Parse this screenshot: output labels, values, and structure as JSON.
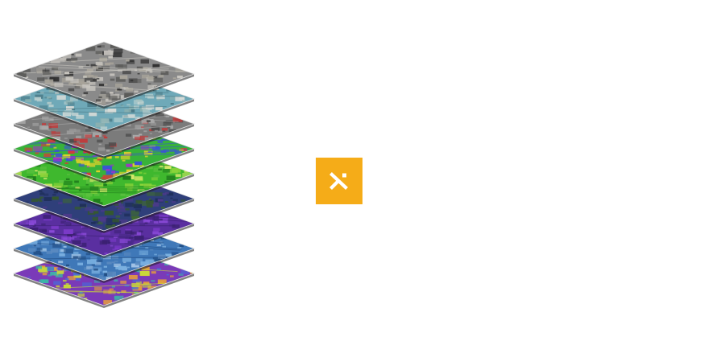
{
  "layers": [
    {
      "kind": "city-aerial-imagery",
      "colors": [
        "#8a8a8a",
        "#5a5a58",
        "#c9c6c0",
        "#2f2f2f",
        "#a8a49a"
      ]
    },
    {
      "kind": "water-and-terrain",
      "colors": [
        "#6fa9b8",
        "#b8cfcf",
        "#4a7a86",
        "#d8dcd8",
        "#8ab0b0"
      ]
    },
    {
      "kind": "gray-street-map",
      "colors": [
        "#7b7b7b",
        "#4e4e4e",
        "#a9a9a9",
        "#c23a3a",
        "#9a9a9a"
      ]
    },
    {
      "kind": "land-cover-classification",
      "colors": [
        "#38b23a",
        "#e5d32a",
        "#3a53d6",
        "#d63a3a",
        "#a432c8"
      ]
    },
    {
      "kind": "vegetation",
      "colors": [
        "#3fb82e",
        "#8ed43a",
        "#1f7a1c",
        "#d8e86a",
        "#5cc040"
      ]
    },
    {
      "kind": "dark-green-terrain",
      "colors": [
        "#2f3f7a",
        "#355a2a",
        "#4c3a8a",
        "#1f2f5a",
        "#3f6a2f"
      ]
    },
    {
      "kind": "purple-building-heights",
      "colors": [
        "#5a2fa0",
        "#7a3ac8",
        "#3a2070",
        "#8a4ad8",
        "#4a2a8a"
      ]
    },
    {
      "kind": "blue-3d-buildings",
      "colors": [
        "#3f78b8",
        "#7ab0e0",
        "#1f4a80",
        "#a8c8e8",
        "#5a8ac0"
      ]
    },
    {
      "kind": "heat-gradient-map",
      "colors": [
        "#7a3ab8",
        "#3ab8a8",
        "#c8d83a",
        "#e8a03a",
        "#4a6ad8"
      ]
    }
  ],
  "logo": {
    "icon": "x-mark-icon",
    "background_color": "#f5ac18",
    "glyph_color": "#ffffff"
  }
}
